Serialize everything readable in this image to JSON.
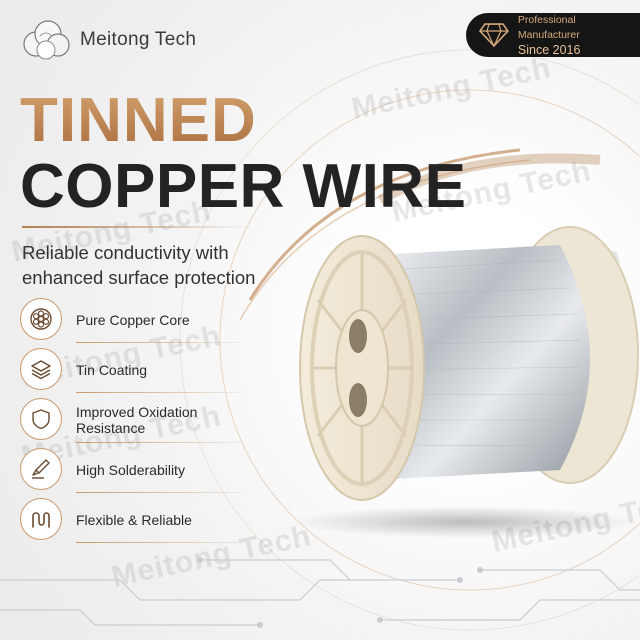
{
  "brand": {
    "name": "Meitong Tech",
    "watermark": "Meitong Tech"
  },
  "badge": {
    "line1": "Professional Manufacturer",
    "line2": "Since 2016"
  },
  "title": {
    "line1": "TINNED",
    "line2": "COPPER WIRE"
  },
  "subtitle": {
    "line1": "Reliable conductivity with",
    "line2": "enhanced surface protection"
  },
  "features": [
    {
      "icon": "copper-core-icon",
      "label": "Pure Copper Core"
    },
    {
      "icon": "layers-icon",
      "label": "Tin Coating"
    },
    {
      "icon": "shield-icon",
      "label_line1": "Improved Oxidation",
      "label_line2": "Resistance"
    },
    {
      "icon": "soldering-iron-icon",
      "label": "High Solderability"
    },
    {
      "icon": "flexible-wire-icon",
      "label": "Flexible & Reliable"
    }
  ],
  "colors": {
    "accent": "#b37d4e",
    "dark": "#232323",
    "badge_bg": "#151515"
  }
}
